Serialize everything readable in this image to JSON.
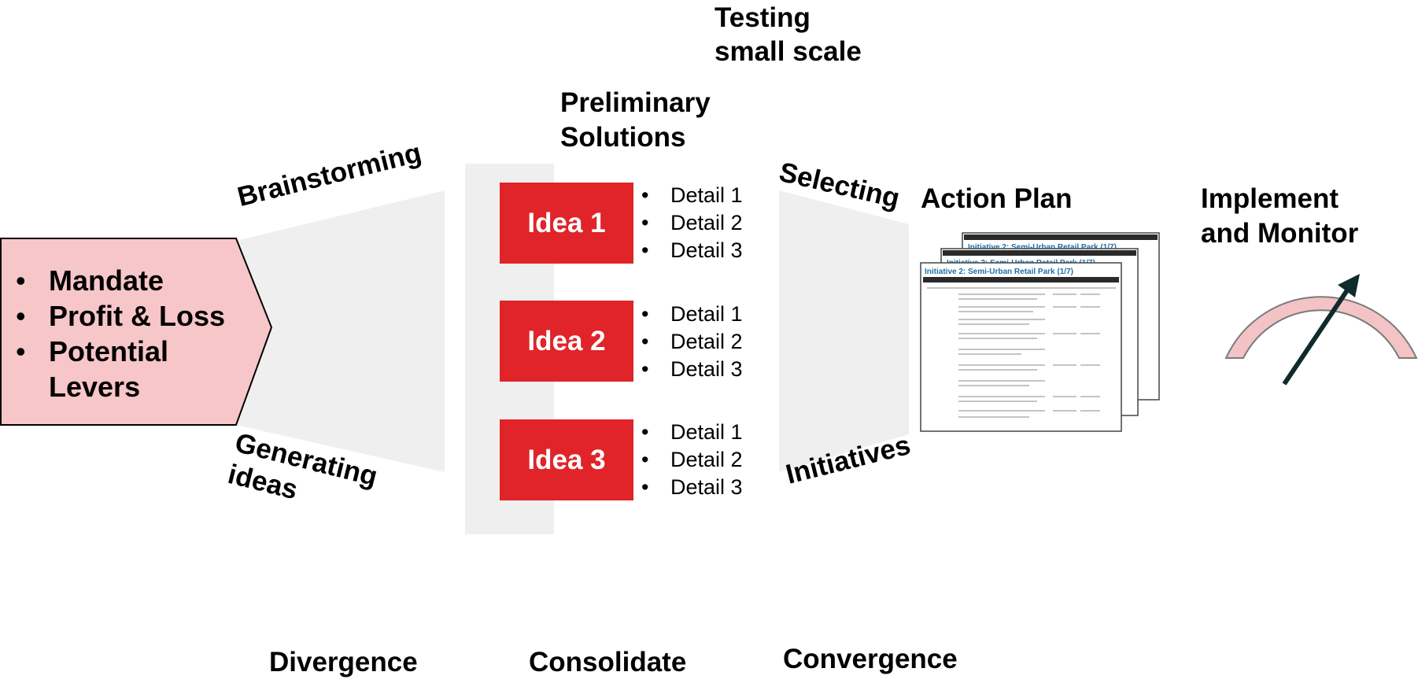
{
  "input": {
    "items": [
      {
        "text": "Mandate",
        "bullet": true
      },
      {
        "text": "Profit & Loss",
        "bullet": true
      },
      {
        "text": "Potential",
        "bullet": true
      },
      {
        "text": "Levers",
        "bullet": false
      }
    ]
  },
  "labels": {
    "brainstorming": "Brainstorming",
    "generating_1": "Generating",
    "generating_2": "ideas",
    "testing_1": "Testing",
    "testing_2": "small scale",
    "preliminary_1": "Preliminary",
    "preliminary_2": "Solutions",
    "selecting": "Selecting",
    "initiatives": "Initiatives",
    "action_plan": "Action Plan",
    "implement_1": "Implement",
    "implement_2": "and Monitor"
  },
  "ideas": [
    {
      "title": "Idea 1",
      "details": [
        "Detail 1",
        "Detail 2",
        "Detail 3"
      ]
    },
    {
      "title": "Idea 2",
      "details": [
        "Detail 1",
        "Detail 2",
        "Detail 3"
      ]
    },
    {
      "title": "Idea 3",
      "details": [
        "Detail 1",
        "Detail 2",
        "Detail 3"
      ]
    }
  ],
  "document": {
    "title": "Initiative 2: Semi-Urban Retail Park (1/7)"
  },
  "phases": {
    "divergence": "Divergence",
    "consolidate": "Consolidate",
    "convergence": "Convergence"
  },
  "colors": {
    "input_fill": "#f7c6c8",
    "idea_fill": "#e02429",
    "funnel_fill": "#efefef",
    "gauge_fill": "#f3c3c5",
    "doc_title": "#1f6fa8"
  }
}
